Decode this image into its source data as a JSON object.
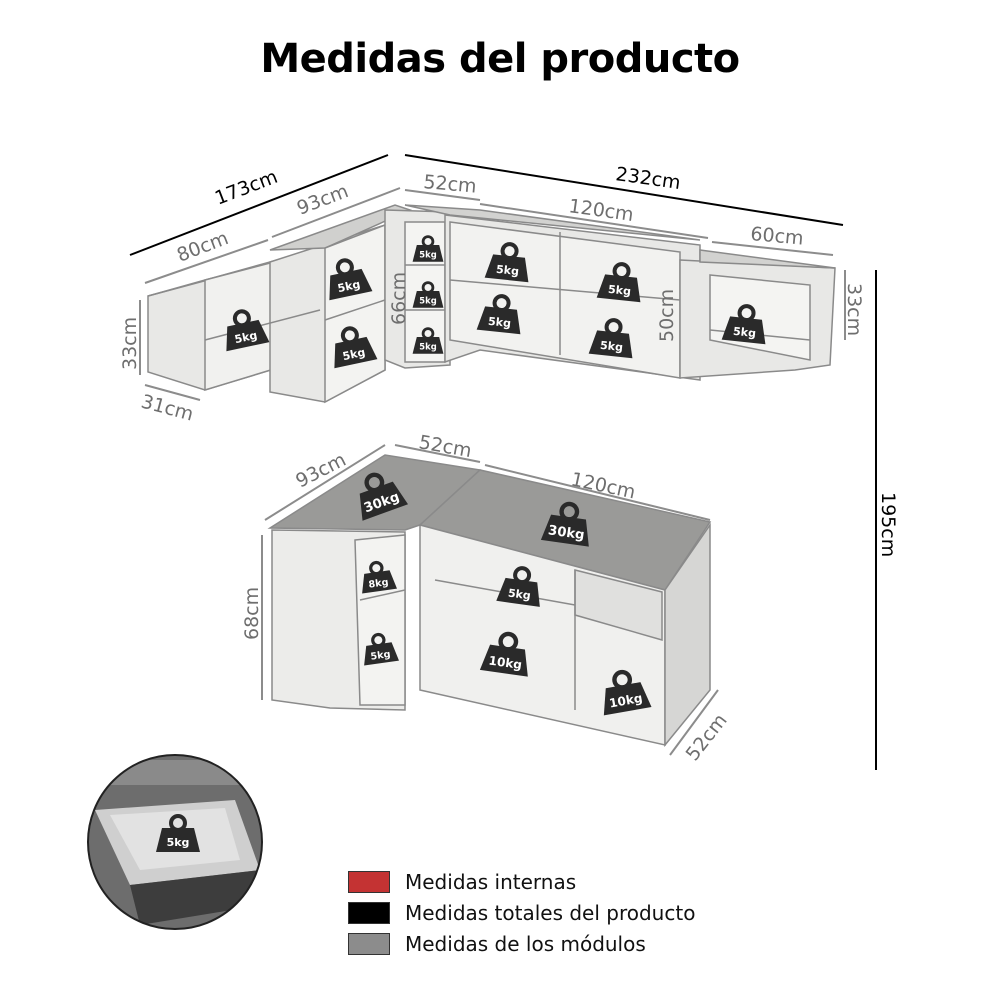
{
  "title": "Medidas del producto",
  "colors": {
    "internal": "#c43333",
    "total": "#000000",
    "module": "#8c8c8c",
    "furniture": "#e6e6e4",
    "weight_icon": "#2a2a2a"
  },
  "dimensions": {
    "upper_total_left": "173cm",
    "upper_total_right": "232cm",
    "upper_93": "93cm",
    "upper_80": "80cm",
    "upper_52": "52cm",
    "upper_120": "120cm",
    "upper_60": "60cm",
    "upper_height_left": "33cm",
    "upper_depth": "31cm",
    "upper_66": "66cm",
    "upper_50": "50cm",
    "upper_height_right": "33cm",
    "total_height": "195cm",
    "lower_93": "93cm",
    "lower_52": "52cm",
    "lower_120": "120cm",
    "lower_68": "68cm",
    "lower_depth": "52cm"
  },
  "weights": {
    "w1": "5kg",
    "w2": "5kg",
    "w3": "5kg",
    "w4": "5kg",
    "w5": "5kg",
    "w6": "5kg",
    "w7": "5kg",
    "w8": "5kg",
    "w9": "5kg",
    "w10": "5kg",
    "w11": "5kg",
    "w12": "5kg",
    "w13": "30kg",
    "w14": "30kg",
    "w15": "8kg",
    "w16": "5kg",
    "w17": "5kg",
    "w18": "10kg",
    "w19": "10kg",
    "w20": "5kg"
  },
  "legend": [
    {
      "label": "Medidas internas",
      "color": "#c43333"
    },
    {
      "label": "Medidas totales del producto",
      "color": "#000000"
    },
    {
      "label": "Medidas de los módulos",
      "color": "#8c8c8c"
    }
  ]
}
